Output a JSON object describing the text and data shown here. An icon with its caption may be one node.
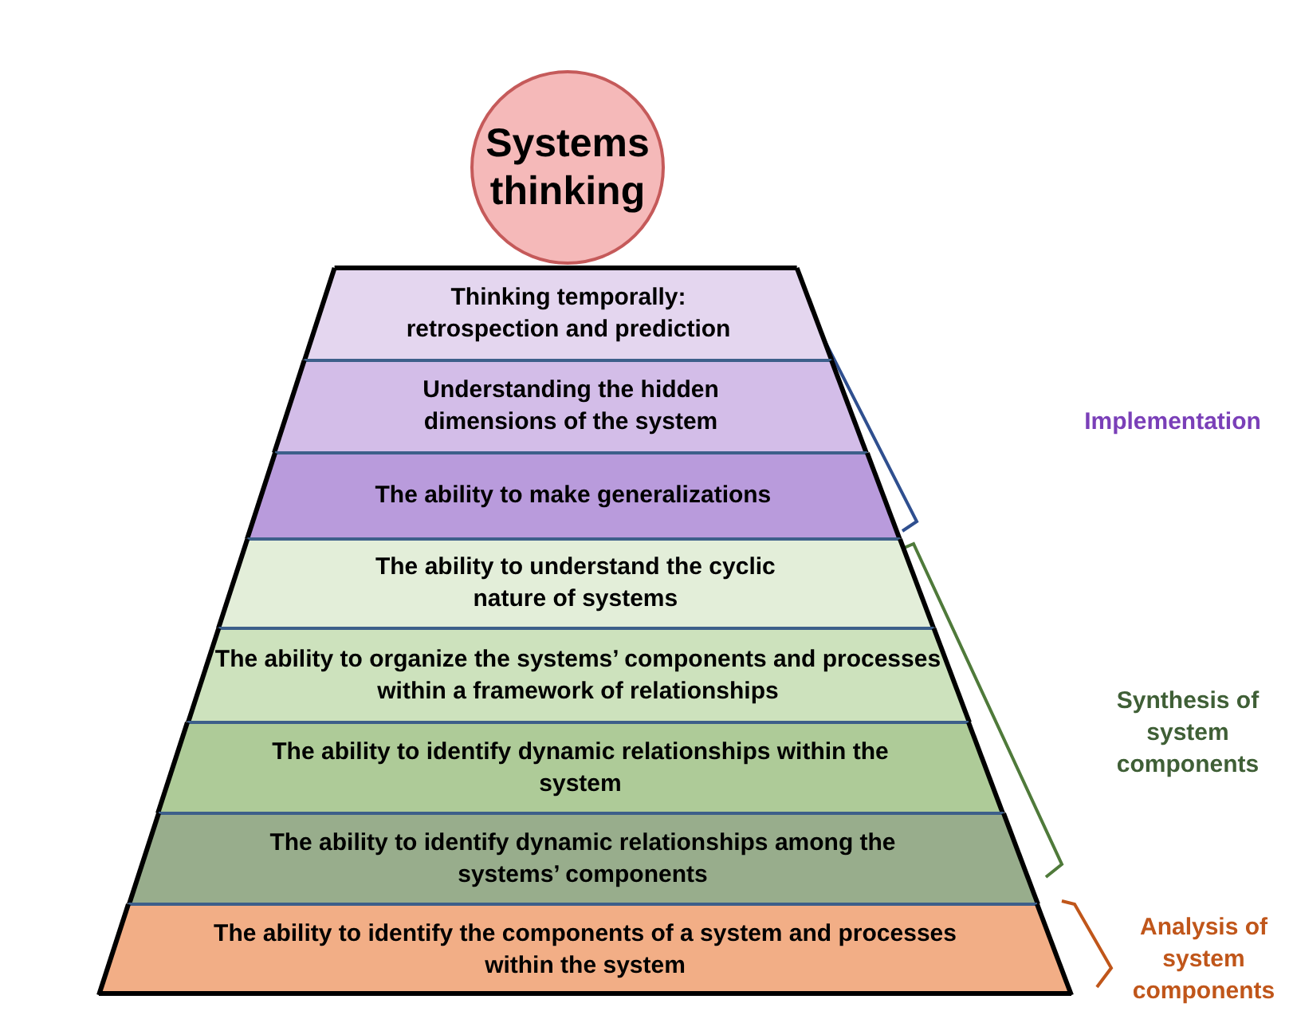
{
  "diagram": {
    "nodes": [
      {
        "text": [
          "Systems thinking"
        ]
      },
      {
        "text": [
          "Thinking temporally: retrospection and prediction"
        ]
      },
      {
        "text": [
          "Understanding the hidden dimensions of the system"
        ]
      },
      {
        "text": [
          "The ability to make generalizations"
        ]
      },
      {
        "text": [
          "The ability to understand the cyclic nature of systems"
        ]
      },
      {
        "text": [
          "The ability to organize the systems’ components and processes within a framework of relationships"
        ]
      },
      {
        "text": [
          "The ability to identify dynamic relationships within the system"
        ]
      },
      {
        "text": [
          "The ability to identify dynamic relationships among the systems’ components"
        ]
      },
      {
        "text": [
          "The ability to identify the components of a system and processes within the system"
        ]
      }
    ],
    "labels": [
      "Implementation",
      "Synthesis of system components",
      "Analysis of system components"
    ]
  }
}
